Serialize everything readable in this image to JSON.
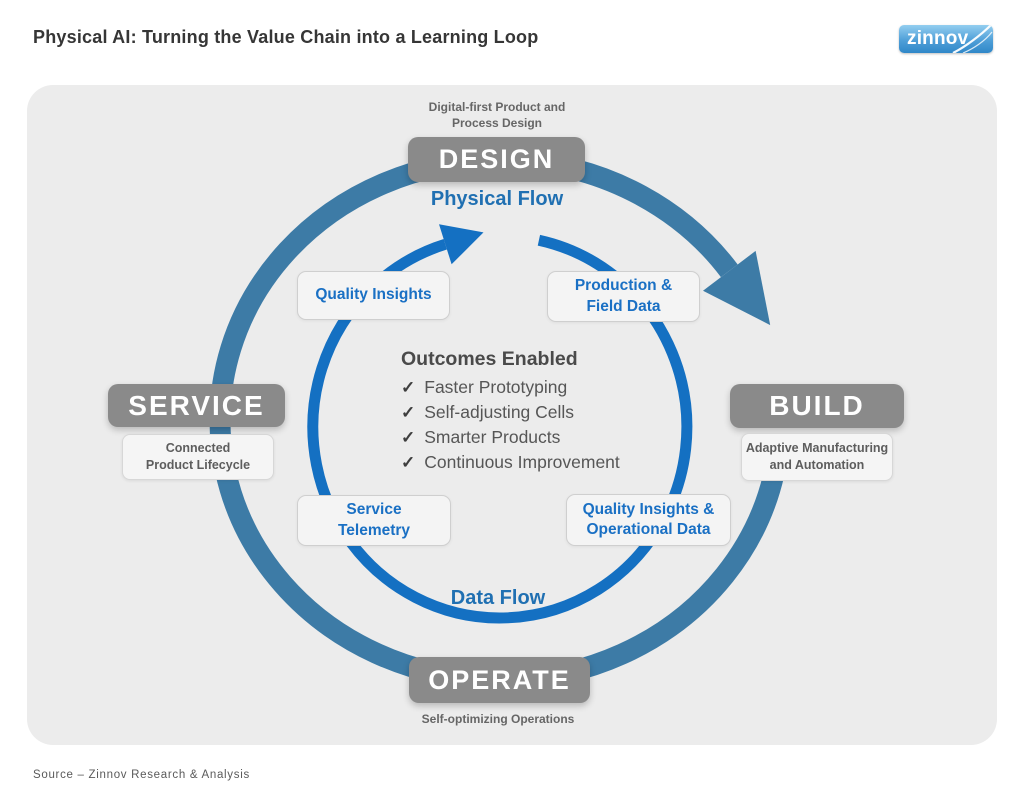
{
  "title": "Physical AI: Turning the Value Chain into a Learning Loop",
  "logo": {
    "text": "zinnov"
  },
  "flows": {
    "physical": "Physical Flow",
    "data": "Data Flow"
  },
  "nodes": {
    "design": {
      "label": "DESIGN",
      "caption": "Digital-first Product and\nProcess Design"
    },
    "build": {
      "label": "BUILD",
      "caption": "Adaptive Manufacturing\nand Automation"
    },
    "operate": {
      "label": "OPERATE",
      "caption": "Self-optimizing Operations"
    },
    "service": {
      "label": "SERVICE",
      "caption": "Connected\nProduct Lifecycle"
    }
  },
  "data_boxes": {
    "quality_insights": "Quality Insights",
    "production_field": "Production &\nField Data",
    "service_telemetry": "Service\nTelemetry",
    "quality_operational": "Quality Insights &\nOperational Data"
  },
  "center": {
    "heading": "Outcomes Enabled",
    "check_glyph": "✓",
    "items": [
      "Faster Prototyping",
      "Self-adjusting Cells",
      "Smarter Products",
      "Continuous Improvement"
    ]
  },
  "source": "Source – Zinnov Research & Analysis",
  "colors": {
    "outer_ring": "#3d7ba6",
    "inner_ring": "#1470c2",
    "node_gray": "#8a8a8a",
    "flow_label_blue": "#2070b2",
    "box_text_blue": "#1a70c4"
  }
}
